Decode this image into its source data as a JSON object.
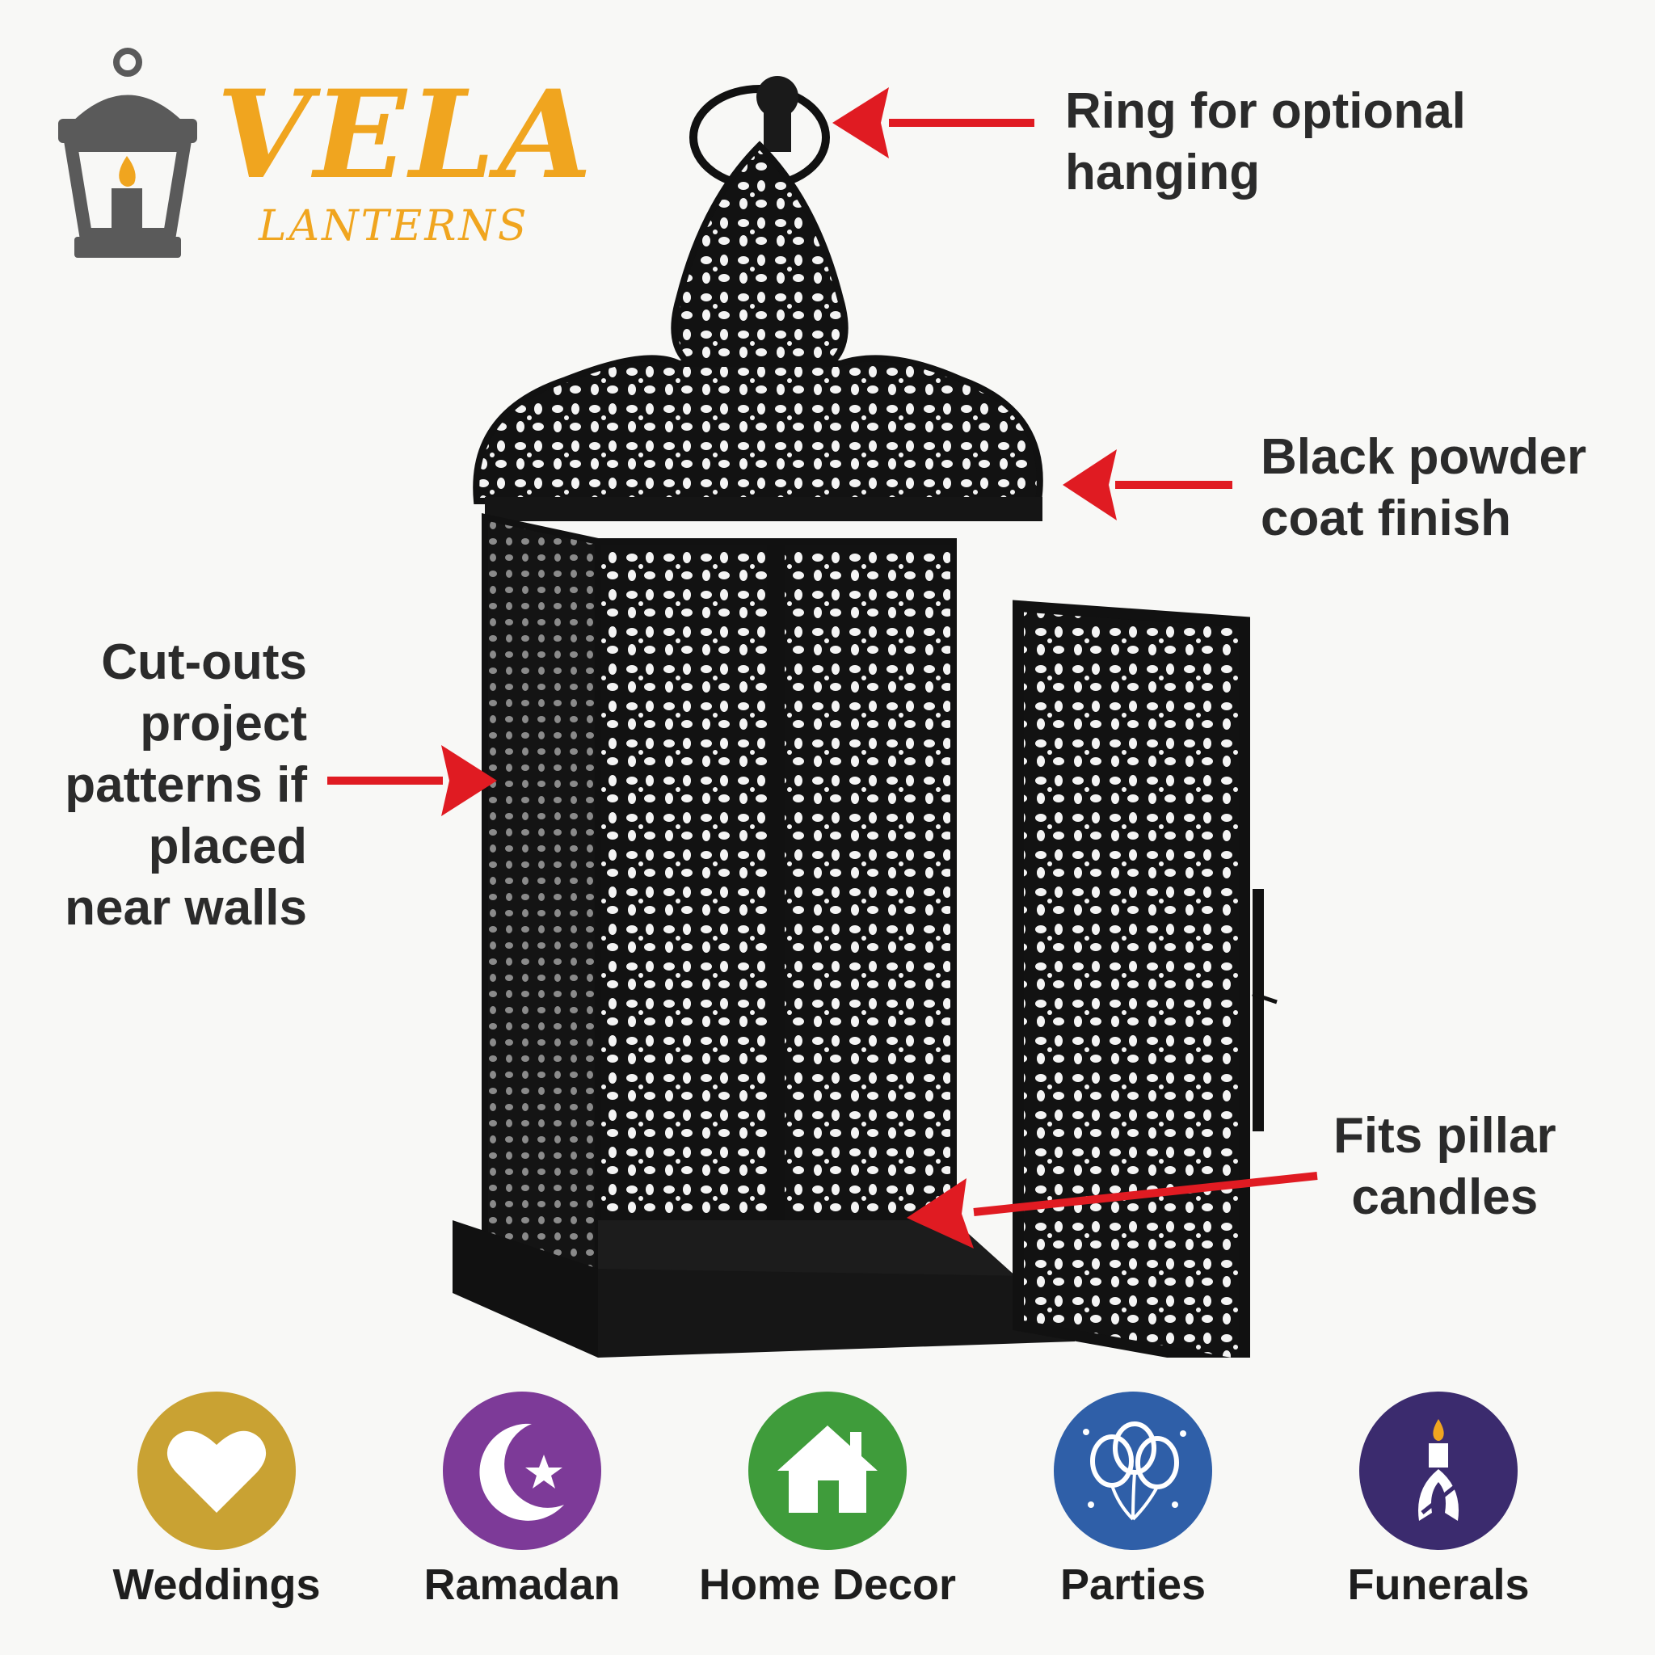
{
  "brand": {
    "name": "VELA",
    "subtitle": "LANTERNS",
    "accent_color": "#f0a51f",
    "icon": "lantern-logo-icon"
  },
  "callouts": {
    "ring": [
      "Ring for optional",
      "hanging"
    ],
    "finish": [
      "Black powder",
      "coat finish"
    ],
    "cutouts": [
      "Cut-outs",
      "project",
      "patterns if",
      "placed",
      "near walls"
    ],
    "candles": [
      "Fits pillar",
      "candles"
    ]
  },
  "arrow_color": "#e01b22",
  "uses": [
    {
      "label": "Weddings",
      "icon": "heart-icon",
      "color": "#c9a233"
    },
    {
      "label": "Ramadan",
      "icon": "crescent-star-icon",
      "color": "#7d3a98"
    },
    {
      "label": "Home Decor",
      "icon": "house-icon",
      "color": "#3f9c3b"
    },
    {
      "label": "Parties",
      "icon": "balloons-icon",
      "color": "#2f5fa8"
    },
    {
      "label": "Funerals",
      "icon": "candle-ribbon-icon",
      "color": "#3b2b6e"
    }
  ]
}
